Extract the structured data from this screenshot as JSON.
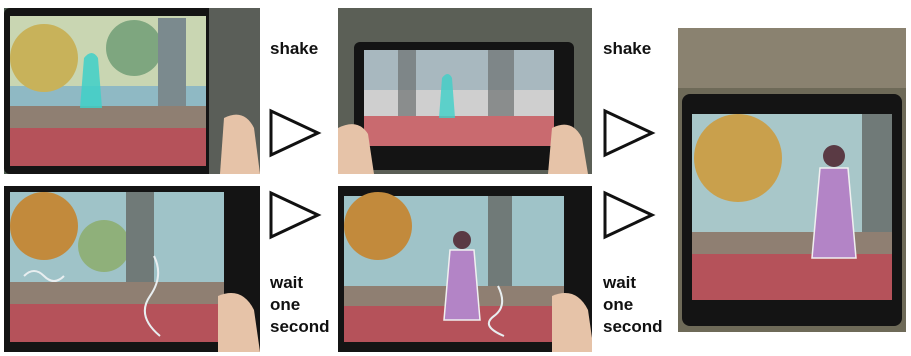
{
  "steps": {
    "top_left_label": "shake",
    "top_right_label": "shake",
    "bottom_left_label_line1": "wait",
    "bottom_left_label_line2": "one",
    "bottom_left_label_line3": "second",
    "bottom_right_label_line1": "wait",
    "bottom_right_label_line2": "one",
    "bottom_right_label_line3": "second"
  },
  "panels": [
    {
      "name": "ghost-faint",
      "state": "cyan ghost silhouette visible"
    },
    {
      "name": "ghost-blurred",
      "state": "motion blur while shaking"
    },
    {
      "name": "ghost-appears-scribble",
      "state": "scribble outline forming"
    },
    {
      "name": "ghost-appears-woman",
      "state": "woman in purple dress appears"
    },
    {
      "name": "ghost-final",
      "state": "woman in purple dress, large view"
    }
  ],
  "colors": {
    "ghost_cyan": "#3fd0c8",
    "dress_purple": "#b384c6",
    "leaves_red": "#b04a4a",
    "tablet_black": "#151515"
  }
}
